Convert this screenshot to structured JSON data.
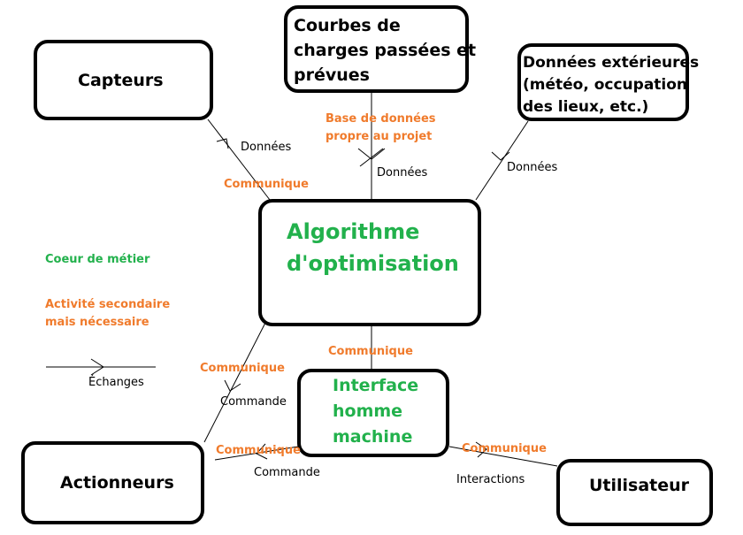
{
  "nodes": {
    "capteurs": "Capteurs",
    "courbes": [
      "Courbes de",
      "charges passées et",
      "prévues"
    ],
    "donnees_ext": [
      "Données extérieures",
      "(météo, occupation",
      "des lieux, etc.)"
    ],
    "algorithme": [
      "Algorithme",
      "d'optimisation"
    ],
    "ihm": [
      "Interface",
      "homme",
      "machine"
    ],
    "actionneurs": "Actionneurs",
    "utilisateur": "Utilisateur"
  },
  "edges": {
    "capteurs_data": "Données",
    "capteurs_comm": "Communique",
    "courbes_db": [
      "Base de données",
      "propre au projet"
    ],
    "courbes_data": "Données",
    "ext_data": "Données",
    "algo_act_comm": "Communique",
    "algo_act_cmd": "Commande",
    "algo_ihm_comm": "Communique",
    "ihm_act_comm": "Communique",
    "ihm_act_cmd": "Commande",
    "user_ihm_comm": "Communique",
    "user_ihm_interactions": "Interactions"
  },
  "legend": {
    "core": "Coeur de métier",
    "secondary": [
      "Activité secondaire",
      "mais nécessaire"
    ],
    "exchanges": "Échanges"
  },
  "colors": {
    "core_green": "#22b14c",
    "secondary_orange": "#f07b2c",
    "line": "#000000"
  }
}
